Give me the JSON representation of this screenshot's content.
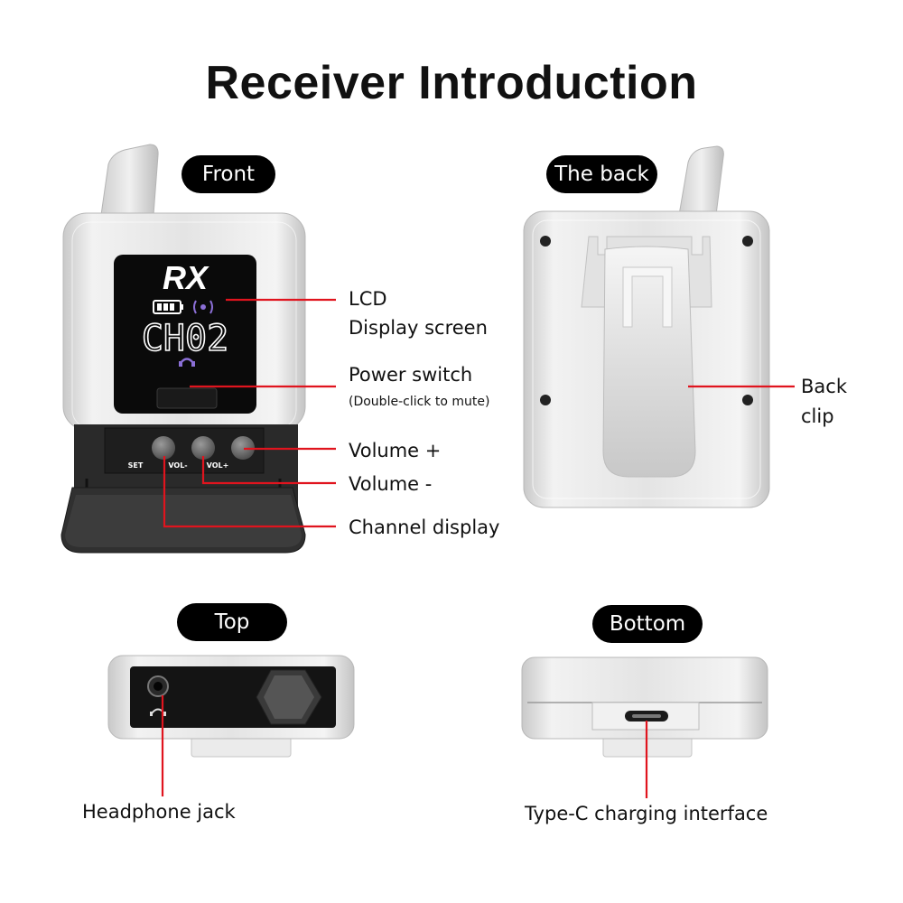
{
  "title": "Receiver Introduction",
  "sections": {
    "front": "Front",
    "back": "The back",
    "top": "Top",
    "bottom": "Bottom"
  },
  "display": {
    "logo": "RX",
    "channel": "CH02"
  },
  "buttons": {
    "set": "SET",
    "vol_minus": "VOL-",
    "vol_plus": "VOL+"
  },
  "labels": {
    "lcd_line1": "LCD",
    "lcd_line2": "Display screen",
    "power_switch": "Power switch",
    "power_note": "(Double-click to mute)",
    "volume_plus": "Volume +",
    "volume_minus": "Volume -",
    "channel_display": "Channel display",
    "back_clip_line1": "Back",
    "back_clip_line2": "clip",
    "headphone_jack": "Headphone jack",
    "type_c": "Type-C charging interface"
  },
  "colors": {
    "callout_line": "#e0141e",
    "pill_bg": "#000000",
    "body_silver": "#e6e6e6",
    "screen_text": "#ffffff",
    "screen_icon": "#8b6fd6"
  }
}
